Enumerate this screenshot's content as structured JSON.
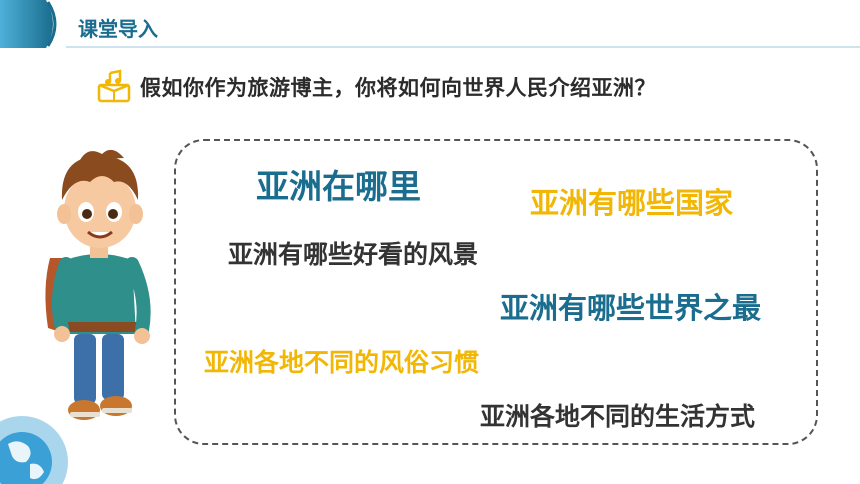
{
  "header": {
    "title": "课堂导入"
  },
  "question": {
    "text": "假如你作为旅游博主，你将如何向世界人民介绍亚洲？",
    "icon": "book-music-icon"
  },
  "topics": [
    "亚洲在哪里",
    "亚洲有哪些国家",
    "亚洲有哪些好看的风景",
    "亚洲有哪些世界之最",
    "亚洲各地不同的风俗习惯",
    "亚洲各地不同的生活方式"
  ],
  "colors": {
    "blue": "#1a6d8e",
    "yellow": "#f2b705",
    "dark": "#333333"
  }
}
